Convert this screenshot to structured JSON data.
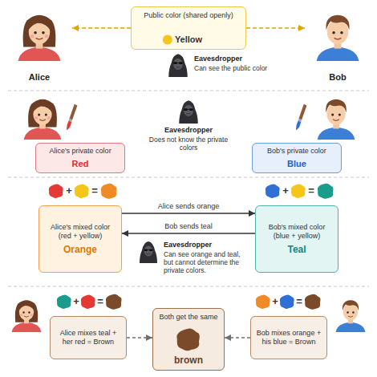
{
  "diagram": {
    "nodes": [
      {
        "text": [
          "Public color (shared openly)",
          "Yellow"
        ]
      },
      {
        "text": [
          "Alice"
        ]
      },
      {
        "text": [
          "Bob"
        ]
      },
      {
        "text": [
          "Alice's private color",
          "Red"
        ]
      },
      {
        "text": [
          "Bob's private color",
          "Blue"
        ]
      },
      {
        "text": [
          "Alice's mixed color (red + yellow)",
          "Orange"
        ]
      },
      {
        "text": [
          "Bob's mixed color (blue + yellow)",
          "Teal"
        ]
      },
      {
        "text": [
          "Alice mixes teal + her red = Brown"
        ]
      },
      {
        "text": [
          "Both get the same",
          "brown"
        ]
      },
      {
        "text": [
          "Bob mixes orange + his blue = Brown"
        ]
      }
    ],
    "edges": [
      {
        "from": 0,
        "to": 1,
        "arrow": "to"
      },
      {
        "from": 0,
        "to": 2,
        "arrow": "to"
      },
      {
        "from": 5,
        "to": 6,
        "label": "Alice sends orange",
        "arrow": "to"
      },
      {
        "from": 6,
        "to": 5,
        "label": "Bob sends teal",
        "arrow": "to"
      },
      {
        "from": 7,
        "to": 8,
        "arrow": "to"
      },
      {
        "from": 9,
        "to": 8,
        "arrow": "to"
      }
    ],
    "labels": [
      "Eavesdropper",
      "Can see the public color",
      "Eavesdropper",
      "Does not know the private colors",
      "+",
      "=",
      "+",
      "=",
      "Eavesdropper",
      "Can see orange and teal, but cannot determine the private colors.",
      "+",
      "=",
      "+",
      "="
    ]
  }
}
